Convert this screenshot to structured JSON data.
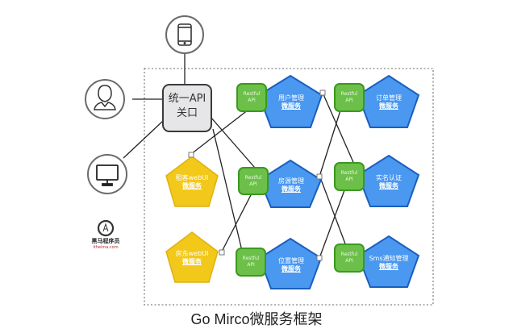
{
  "title": "Go Mirco微服务框架",
  "colors": {
    "client_stroke": "#6b6b6b",
    "gateway_fill": "#e6e6e8",
    "gateway_stroke": "#3a3a3a",
    "api_fill": "#6cc04a",
    "api_stroke": "#3a9a1e",
    "service_fill": "#4a98f0",
    "service_stroke": "#1a5fbf",
    "web_fill": "#f2c81a",
    "web_stroke": "#e0b20e",
    "line": "#222222",
    "dashed_box": "#9a9a9a"
  },
  "clients": [
    {
      "id": "mobile",
      "icon": "mobile-phone-icon"
    },
    {
      "id": "user",
      "icon": "user-icon"
    },
    {
      "id": "desktop",
      "icon": "monitor-icon"
    }
  ],
  "gateway": {
    "line1": "统一API",
    "line2": "关口"
  },
  "web_services": [
    {
      "id": "web1",
      "name": "租客webUI",
      "sub": "微服务"
    },
    {
      "id": "web2",
      "name": "房东webUI",
      "sub": "微服务"
    }
  ],
  "api_label": {
    "line1": "Restful",
    "line2": "API"
  },
  "services_col1": [
    {
      "id": "user-mgmt",
      "name": "用户管理",
      "sub": "微服务"
    },
    {
      "id": "house-mgmt",
      "name": "房源管理",
      "sub": "微服务"
    },
    {
      "id": "location-mgmt",
      "name": "位置管理",
      "sub": "微服务"
    }
  ],
  "services_col2": [
    {
      "id": "order-mgmt",
      "name": "订单管理",
      "sub": "微服务"
    },
    {
      "id": "realname-auth",
      "name": "实名认证",
      "sub": "微服务"
    },
    {
      "id": "sms-notify",
      "name": "Sms通知管理",
      "sub": "微服务"
    }
  ],
  "logo": {
    "name": "黑马程序员",
    "url": "itheima.com"
  }
}
